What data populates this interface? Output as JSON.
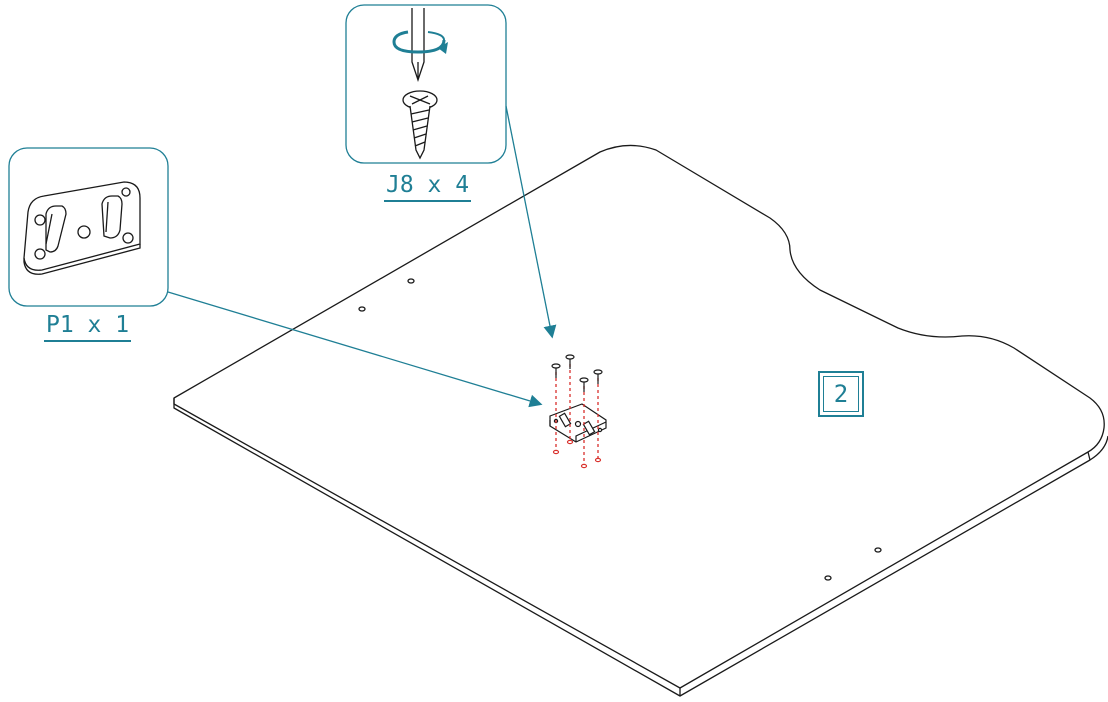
{
  "parts": {
    "screw": {
      "code": "J8 x 4"
    },
    "plate": {
      "code": "P1 x 1"
    }
  },
  "step": {
    "number": "2"
  },
  "colors": {
    "accent": "#1f7f95",
    "line": "#1a1a1a",
    "guide": "#d9302c"
  },
  "icons": {
    "screwdriver": "screwdriver-icon",
    "rotation": "rotation-arrow-icon",
    "screw": "wood-screw-icon",
    "bracket": "mounting-plate-icon"
  }
}
